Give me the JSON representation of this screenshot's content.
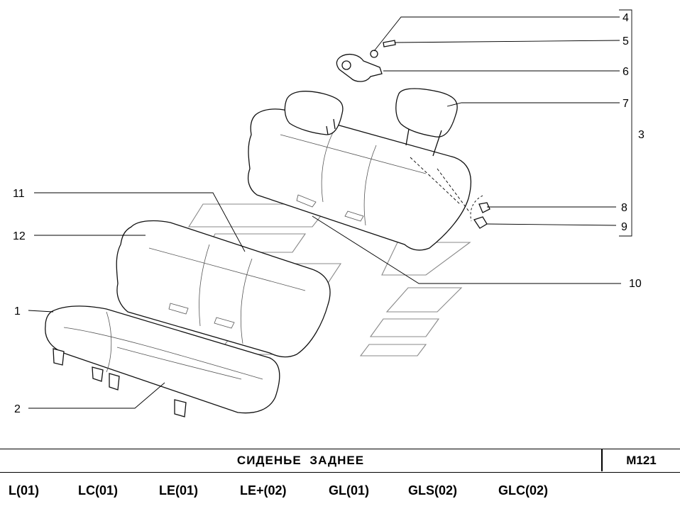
{
  "diagram": {
    "callouts": [
      "1",
      "2",
      "3",
      "4",
      "5",
      "6",
      "7",
      "8",
      "9",
      "10",
      "11",
      "12"
    ]
  },
  "footer": {
    "title": "СИДЕНЬЕ  ЗАДНЕЕ",
    "code": "M121",
    "variants": [
      "L(01)",
      "LC(01)",
      "LE(01)",
      "LE+(02)",
      "GL(01)",
      "GLS(02)",
      "GLC(02)"
    ]
  }
}
